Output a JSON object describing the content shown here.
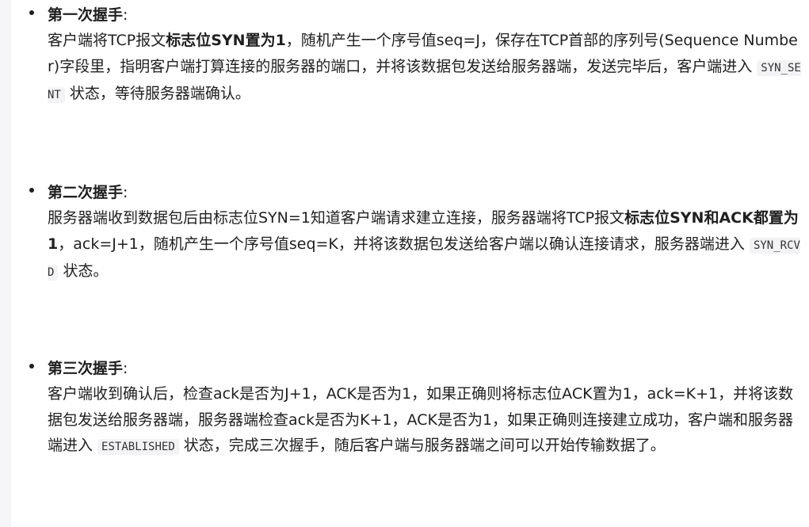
{
  "steps": [
    {
      "title": "第一次握手",
      "colon": ":",
      "body": {
        "t1": "客户端将TCP报文",
        "b1": "标志位SYN置为1",
        "t2": "，随机产生一个序号值seq=J，保存在TCP首部的序列号(Sequence Number)字段里，指明客户端打算连接的服务器的端口，并将该数据包发送给服务器端，发送完毕后，客户端进入 ",
        "code": "SYN_SENT",
        "t3": " 状态，等待服务器端确认。"
      }
    },
    {
      "title": "第二次握手",
      "colon": ":",
      "body": {
        "t1": "服务器端收到数据包后由标志位SYN=1知道客户端请求建立连接，服务器端将TCP报文",
        "b1": "标志位SYN和ACK都置为1",
        "t2": "，ack=J+1，随机产生一个序号值seq=K，并将该数据包发送给客户端以确认连接请求，服务器端进入 ",
        "code": "SYN_RCVD",
        "t3": " 状态。"
      }
    },
    {
      "title": "第三次握手",
      "colon": ":",
      "body": {
        "t1": "客户端收到确认后，检查ack是否为J+1，ACK是否为1，如果正确则将标志位ACK置为1，ack=K+1，并将该数据包发送给服务器端，服务器端检查ack是否为K+1，ACK是否为1，如果正确则连接建立成功，客户端和服务器端进入 ",
        "code": "ESTABLISHED",
        "t2": " 状态，完成三次握手，随后客户端与服务器端之间可以开始传输数据了。"
      }
    }
  ]
}
